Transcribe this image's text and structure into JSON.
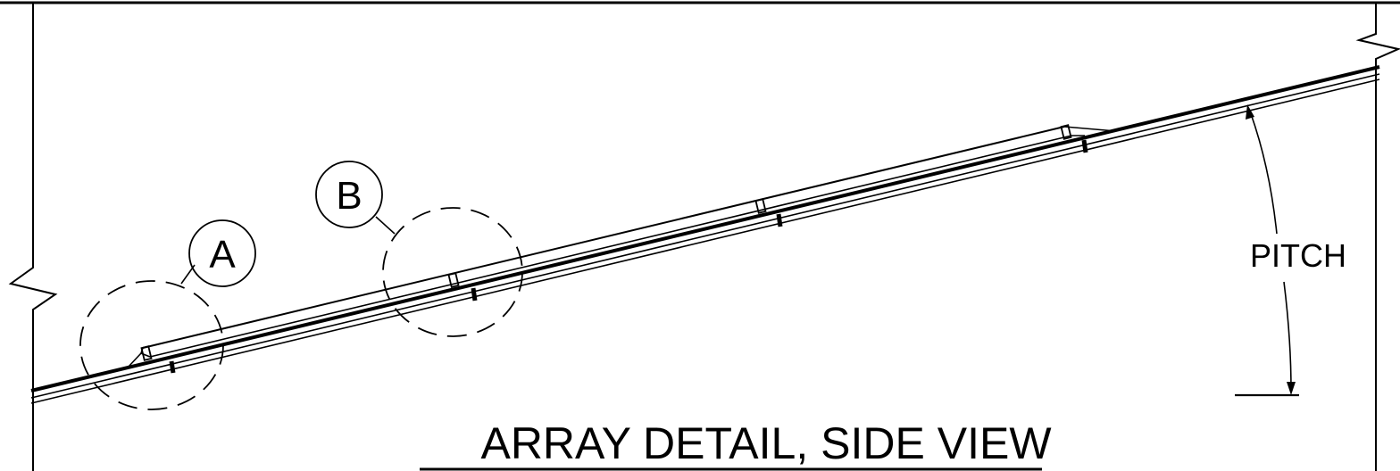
{
  "drawing": {
    "title": "ARRAY DETAIL, SIDE VIEW",
    "callouts": [
      {
        "id": "A",
        "label": "A"
      },
      {
        "id": "B",
        "label": "B"
      }
    ],
    "dimension_label": "PITCH",
    "colors": {
      "line": "#000000",
      "background": "#ffffff"
    }
  }
}
